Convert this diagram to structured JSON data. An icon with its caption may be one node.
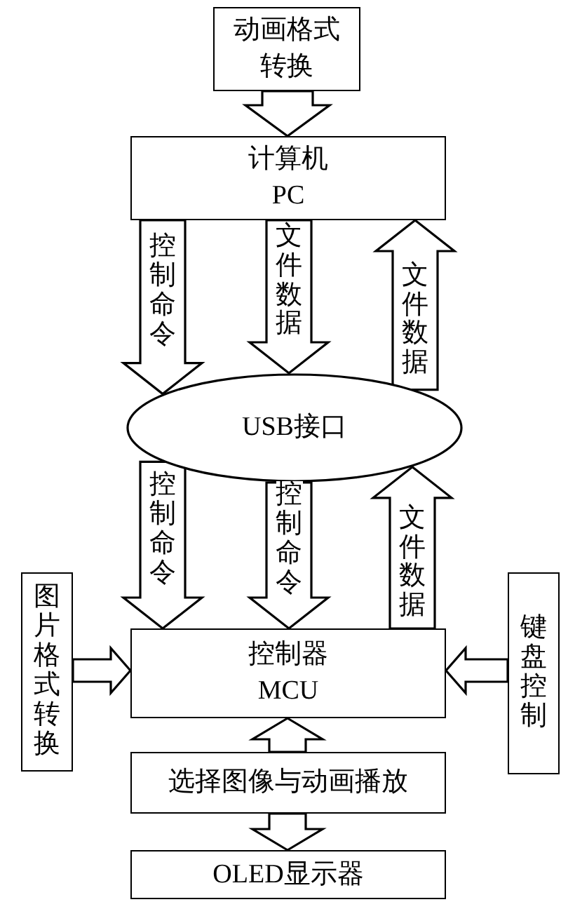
{
  "diagram": {
    "nodes": [
      {
        "text": [
          "动画格式转换"
        ]
      },
      {
        "text": [
          "计算机",
          "PC"
        ]
      },
      {
        "text": [
          "USB接口"
        ]
      },
      {
        "text": [
          "控制器",
          "MCU"
        ]
      },
      {
        "text": [
          "图片格式转换"
        ]
      },
      {
        "text": [
          "键盘控制"
        ]
      },
      {
        "text": [
          "选择图像与动画播放"
        ]
      },
      {
        "text": [
          "OLED显示器"
        ]
      }
    ],
    "edges": [
      {
        "from": 0,
        "to": 1,
        "arrow": "to"
      },
      {
        "from": 1,
        "to": 2,
        "arrow": "to",
        "label": "控制命令"
      },
      {
        "from": 1,
        "to": 2,
        "arrow": "to",
        "label": "文件数据"
      },
      {
        "from": 2,
        "to": 1,
        "arrow": "to",
        "label": "文件数据"
      },
      {
        "from": 2,
        "to": 3,
        "arrow": "to",
        "label": "控制命令"
      },
      {
        "from": 2,
        "to": 3,
        "arrow": "to",
        "label": "控制命令"
      },
      {
        "from": 3,
        "to": 2,
        "arrow": "to",
        "label": "文件数据"
      },
      {
        "from": 4,
        "to": 3,
        "arrow": "to"
      },
      {
        "from": 5,
        "to": 3,
        "arrow": "to"
      },
      {
        "from": 6,
        "to": 3,
        "arrow": "to"
      },
      {
        "from": 6,
        "to": 7,
        "arrow": "to"
      }
    ]
  }
}
